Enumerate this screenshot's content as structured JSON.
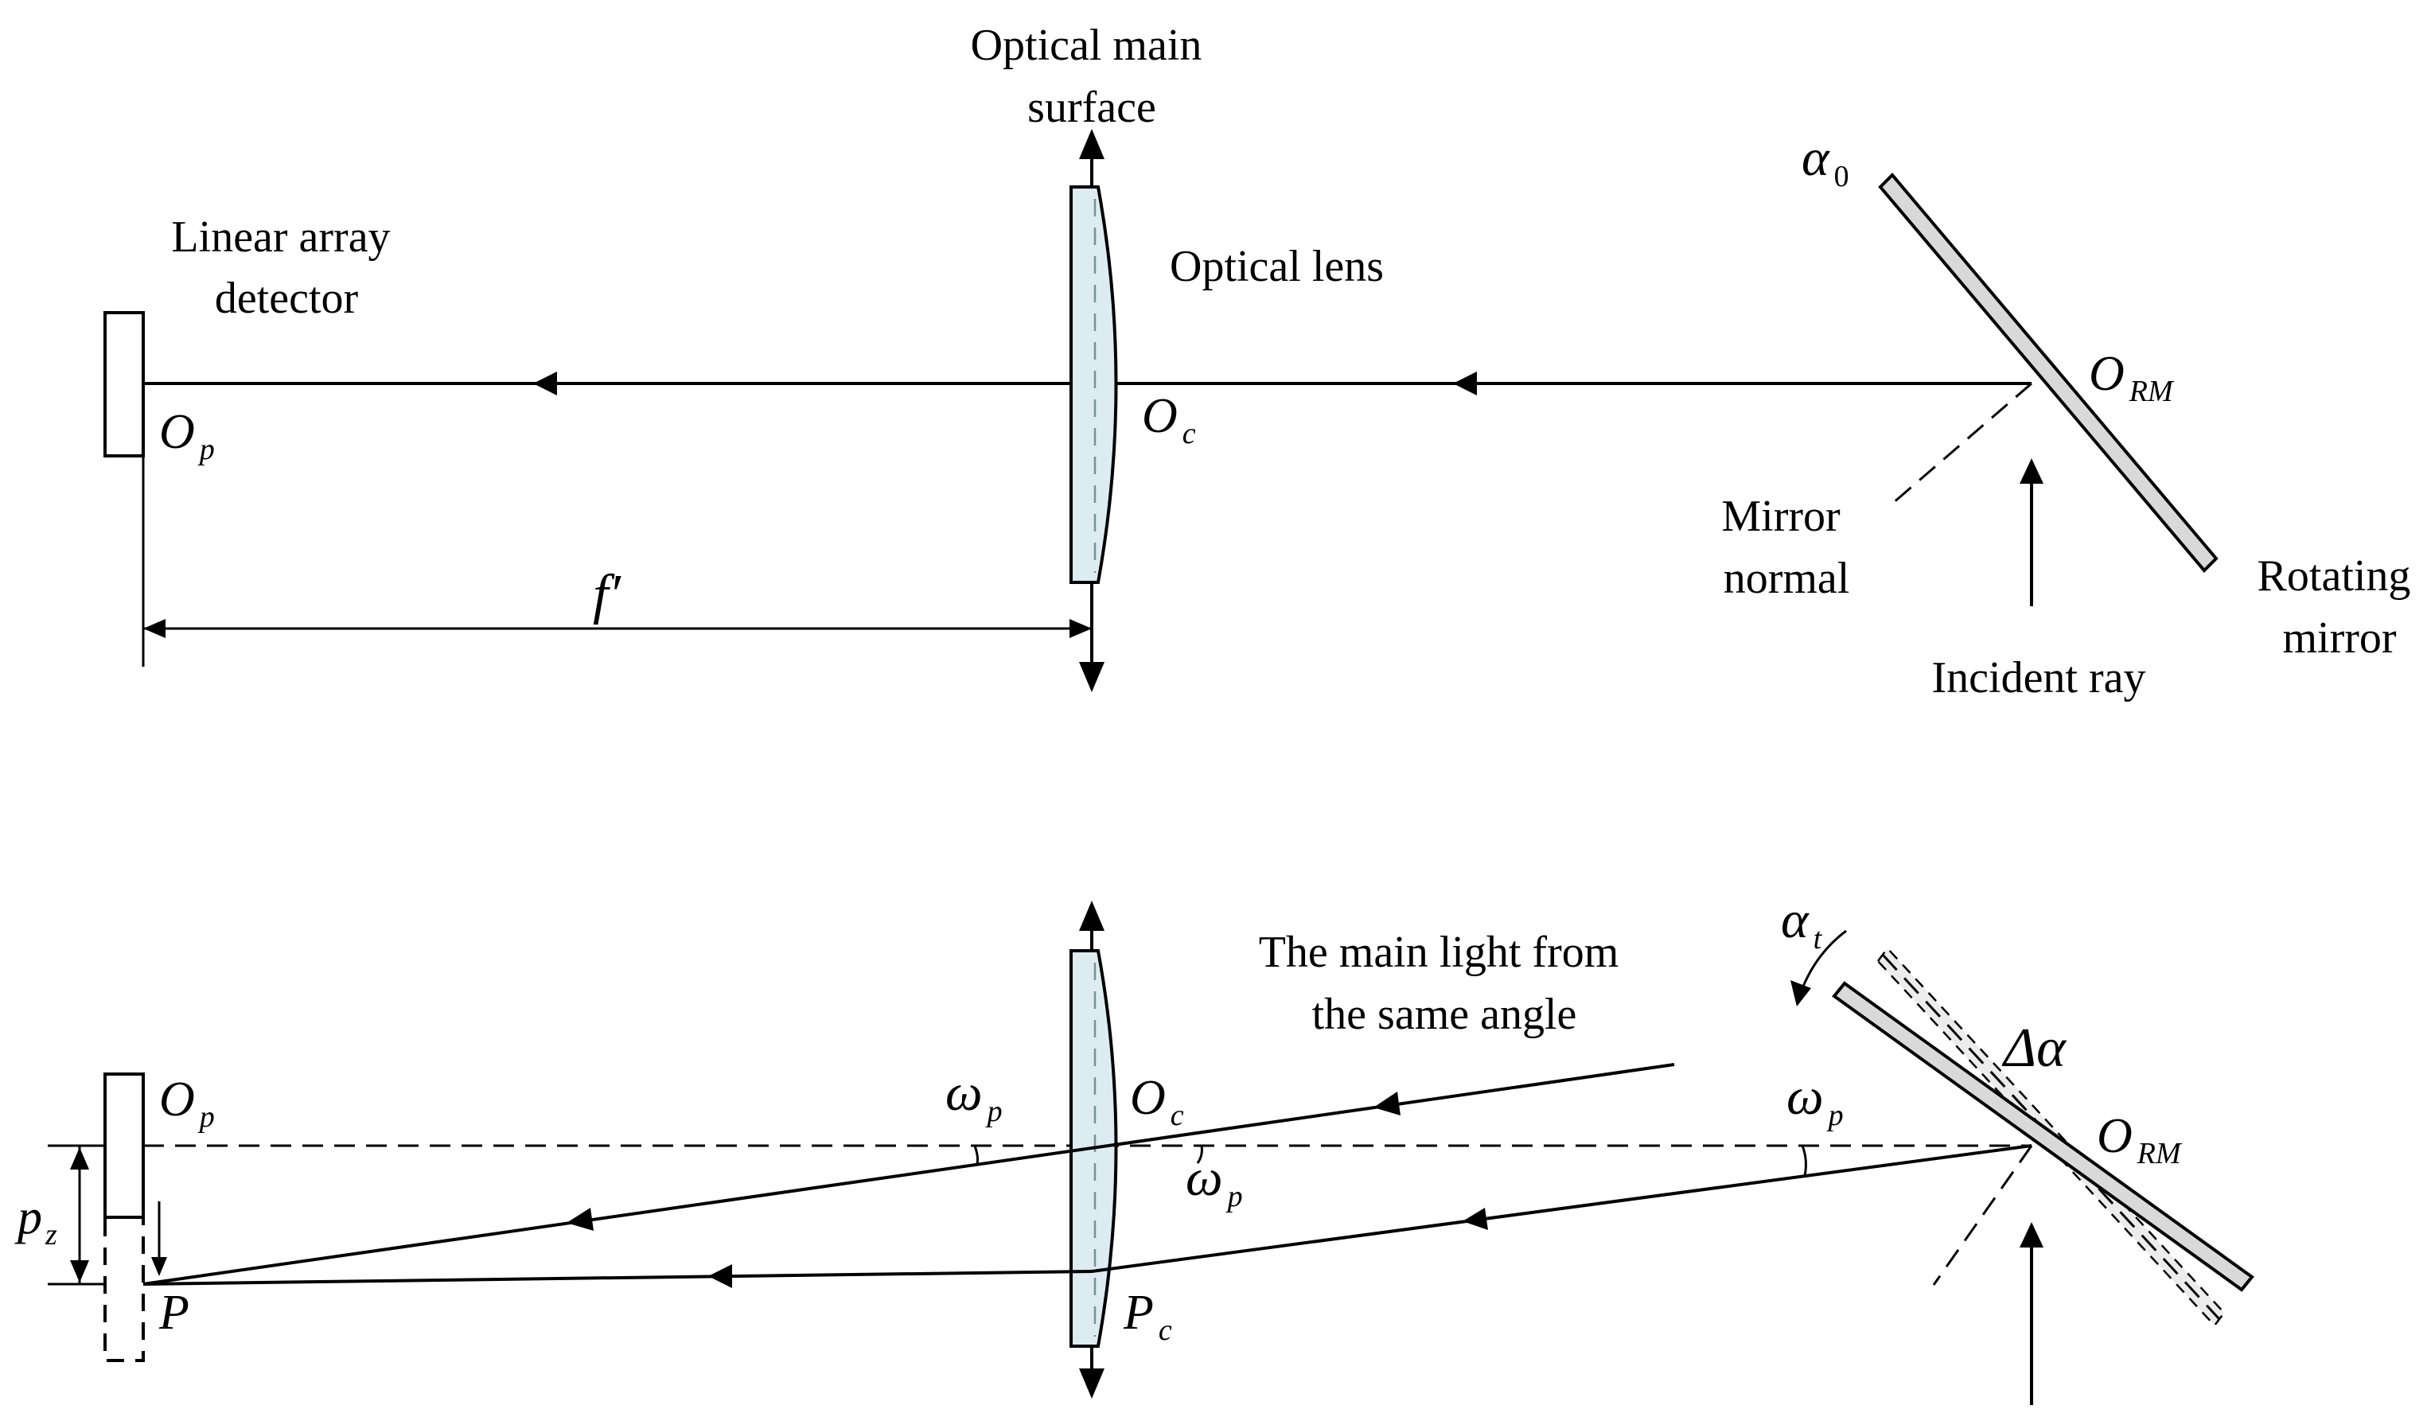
{
  "colors": {
    "lens_fill": "#dcecf1",
    "mirror_fill": "#d9d9d9",
    "line": "#000000",
    "background": "#ffffff"
  },
  "top": {
    "optical_main_surface": [
      "Optical main",
      "surface"
    ],
    "linear_array_detector": [
      "Linear array",
      "detector"
    ],
    "optical_lens": "Optical lens",
    "mirror_normal": [
      "Mirror",
      "normal"
    ],
    "rotating_mirror": [
      "Rotating",
      "mirror"
    ],
    "incident_ray": "Incident ray",
    "alpha0": {
      "main": "α",
      "sub": "0"
    },
    "o_p": {
      "main": "O",
      "sub": "p"
    },
    "o_c": {
      "main": "O",
      "sub": "c"
    },
    "o_rm": {
      "main": "O",
      "sub": "RM"
    },
    "focal": "f′"
  },
  "bottom": {
    "main_light": [
      "The main light from",
      "the same angle"
    ],
    "alpha_t": {
      "main": "α",
      "sub": "t"
    },
    "delta_alpha": "Δα",
    "o_p": {
      "main": "O",
      "sub": "p"
    },
    "o_c": {
      "main": "O",
      "sub": "c"
    },
    "o_rm": {
      "main": "O",
      "sub": "RM"
    },
    "omega_left": {
      "main": "ω",
      "sub": "p"
    },
    "omega_mid": {
      "main": "ω",
      "sub": "p"
    },
    "omega_right": {
      "main": "ω",
      "sub": "p"
    },
    "p_z": {
      "main": "p",
      "sub": "z"
    },
    "p": "P",
    "p_c": {
      "main": "P",
      "sub": "c"
    }
  }
}
